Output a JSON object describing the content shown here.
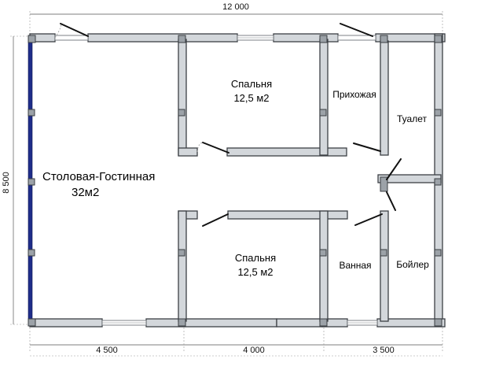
{
  "dimensions": {
    "total_width": "12 000",
    "total_height": "8 500",
    "seg_1": "4 500",
    "seg_2": "4 000",
    "seg_3": "3 500"
  },
  "rooms": {
    "living": {
      "name": "Столовая-Гостинная",
      "area": "32м2"
    },
    "bedroom_top": {
      "name": "Спальня",
      "area": "12,5 м2"
    },
    "hallway": {
      "name": "Прихожая"
    },
    "toilet": {
      "name": "Туалет"
    },
    "bedroom_bottom": {
      "name": "Спальня",
      "area": "12,5 м2"
    },
    "bathroom": {
      "name": "Ванная"
    },
    "boiler": {
      "name": "Бойлер"
    }
  },
  "colors": {
    "wall_fill": "#d3d7db",
    "wall_stroke": "#3c4045",
    "glazed_wall": "#1f2d8a"
  }
}
